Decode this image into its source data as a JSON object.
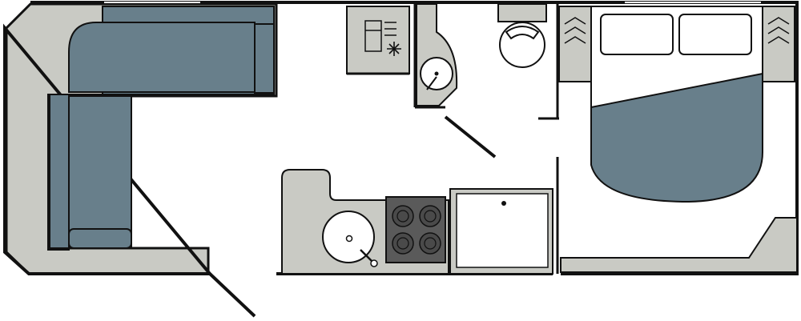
{
  "floorplan": {
    "colors": {
      "background": "#ffffff",
      "wall": "#111111",
      "cabinet": "#c9cac4",
      "upholstery": "#687f8b",
      "upholstery_dark": "#5c717c",
      "pillow": "#ffffff",
      "hob": "#5a5a5a",
      "burner": "#4a4a4a",
      "sink": "#ffffff"
    },
    "zones": [
      "front-lounge",
      "kitchen",
      "washroom",
      "bedroom"
    ],
    "icons": [
      "fridge-freezer-icon",
      "snowflake-icon",
      "toilet-icon",
      "washbasin-icon",
      "kitchen-sink-icon",
      "hob-icon",
      "shower-tray-icon",
      "coat-hanger-icon"
    ],
    "hob_burners": 4,
    "bed_pillows": 2
  }
}
